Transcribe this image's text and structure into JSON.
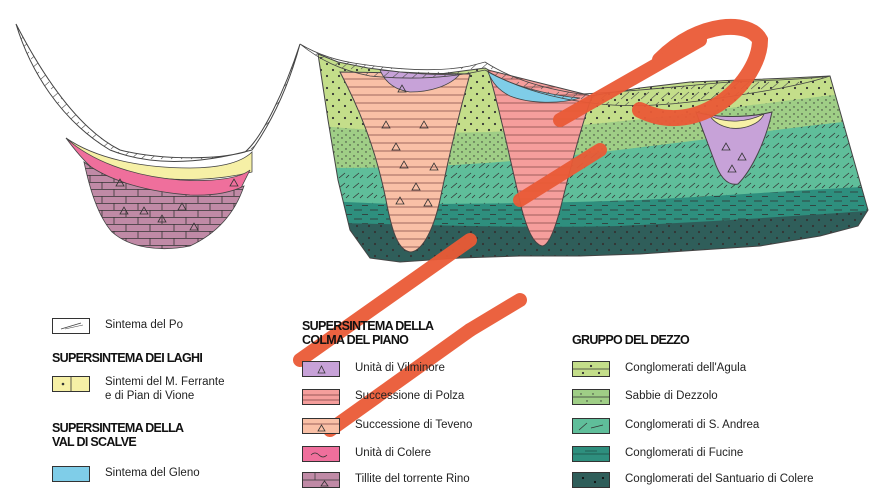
{
  "legend": {
    "po": "Sintema del Po",
    "laghi_title": "SUPERSINTEMA DEI LAGHI",
    "ferrante_line1": "Sintemi del M. Ferrante",
    "ferrante_line2": "e di Pian di Vione",
    "scalve_title_line1": "SUPERSINTEMA DELLA",
    "scalve_title_line2": "VAL DI SCALVE",
    "gleno": "Sintema del Gleno",
    "colma_title_line1": "SUPERSINTEMA DELLA",
    "colma_title_line2": "COLMA DEL PIANO",
    "vilminore": "Unità di Vilminore",
    "polza": "Successione di Polza",
    "teveno": "Successione di Teveno",
    "colere": "Unità di Colere",
    "rino": "Tillite del torrente Rino",
    "dezzo_title": "GRUPPO DEL DEZZO",
    "agula": "Conglomerati dell'Agula",
    "dezzolo": "Sabbie di Dezzolo",
    "andrea": "Conglomerati di S. Andrea",
    "fucine": "Conglomerati di Fucine",
    "santuario": "Conglomerati del Santuario di Colere"
  },
  "colors": {
    "po": "#ffffff",
    "ferrante": "#f6f0a6",
    "gleno": "#7fcde8",
    "vilminore": "#c7a2d8",
    "polza": "#f59e9c",
    "teveno": "#f9c0a6",
    "colere": "#ef6f9c",
    "rino": "#c08aa6",
    "agula": "#c4de8a",
    "dezzolo": "#9fce86",
    "andrea": "#5fbe9a",
    "fucine": "#2e8f7e",
    "santuario": "#2f5e5a"
  }
}
